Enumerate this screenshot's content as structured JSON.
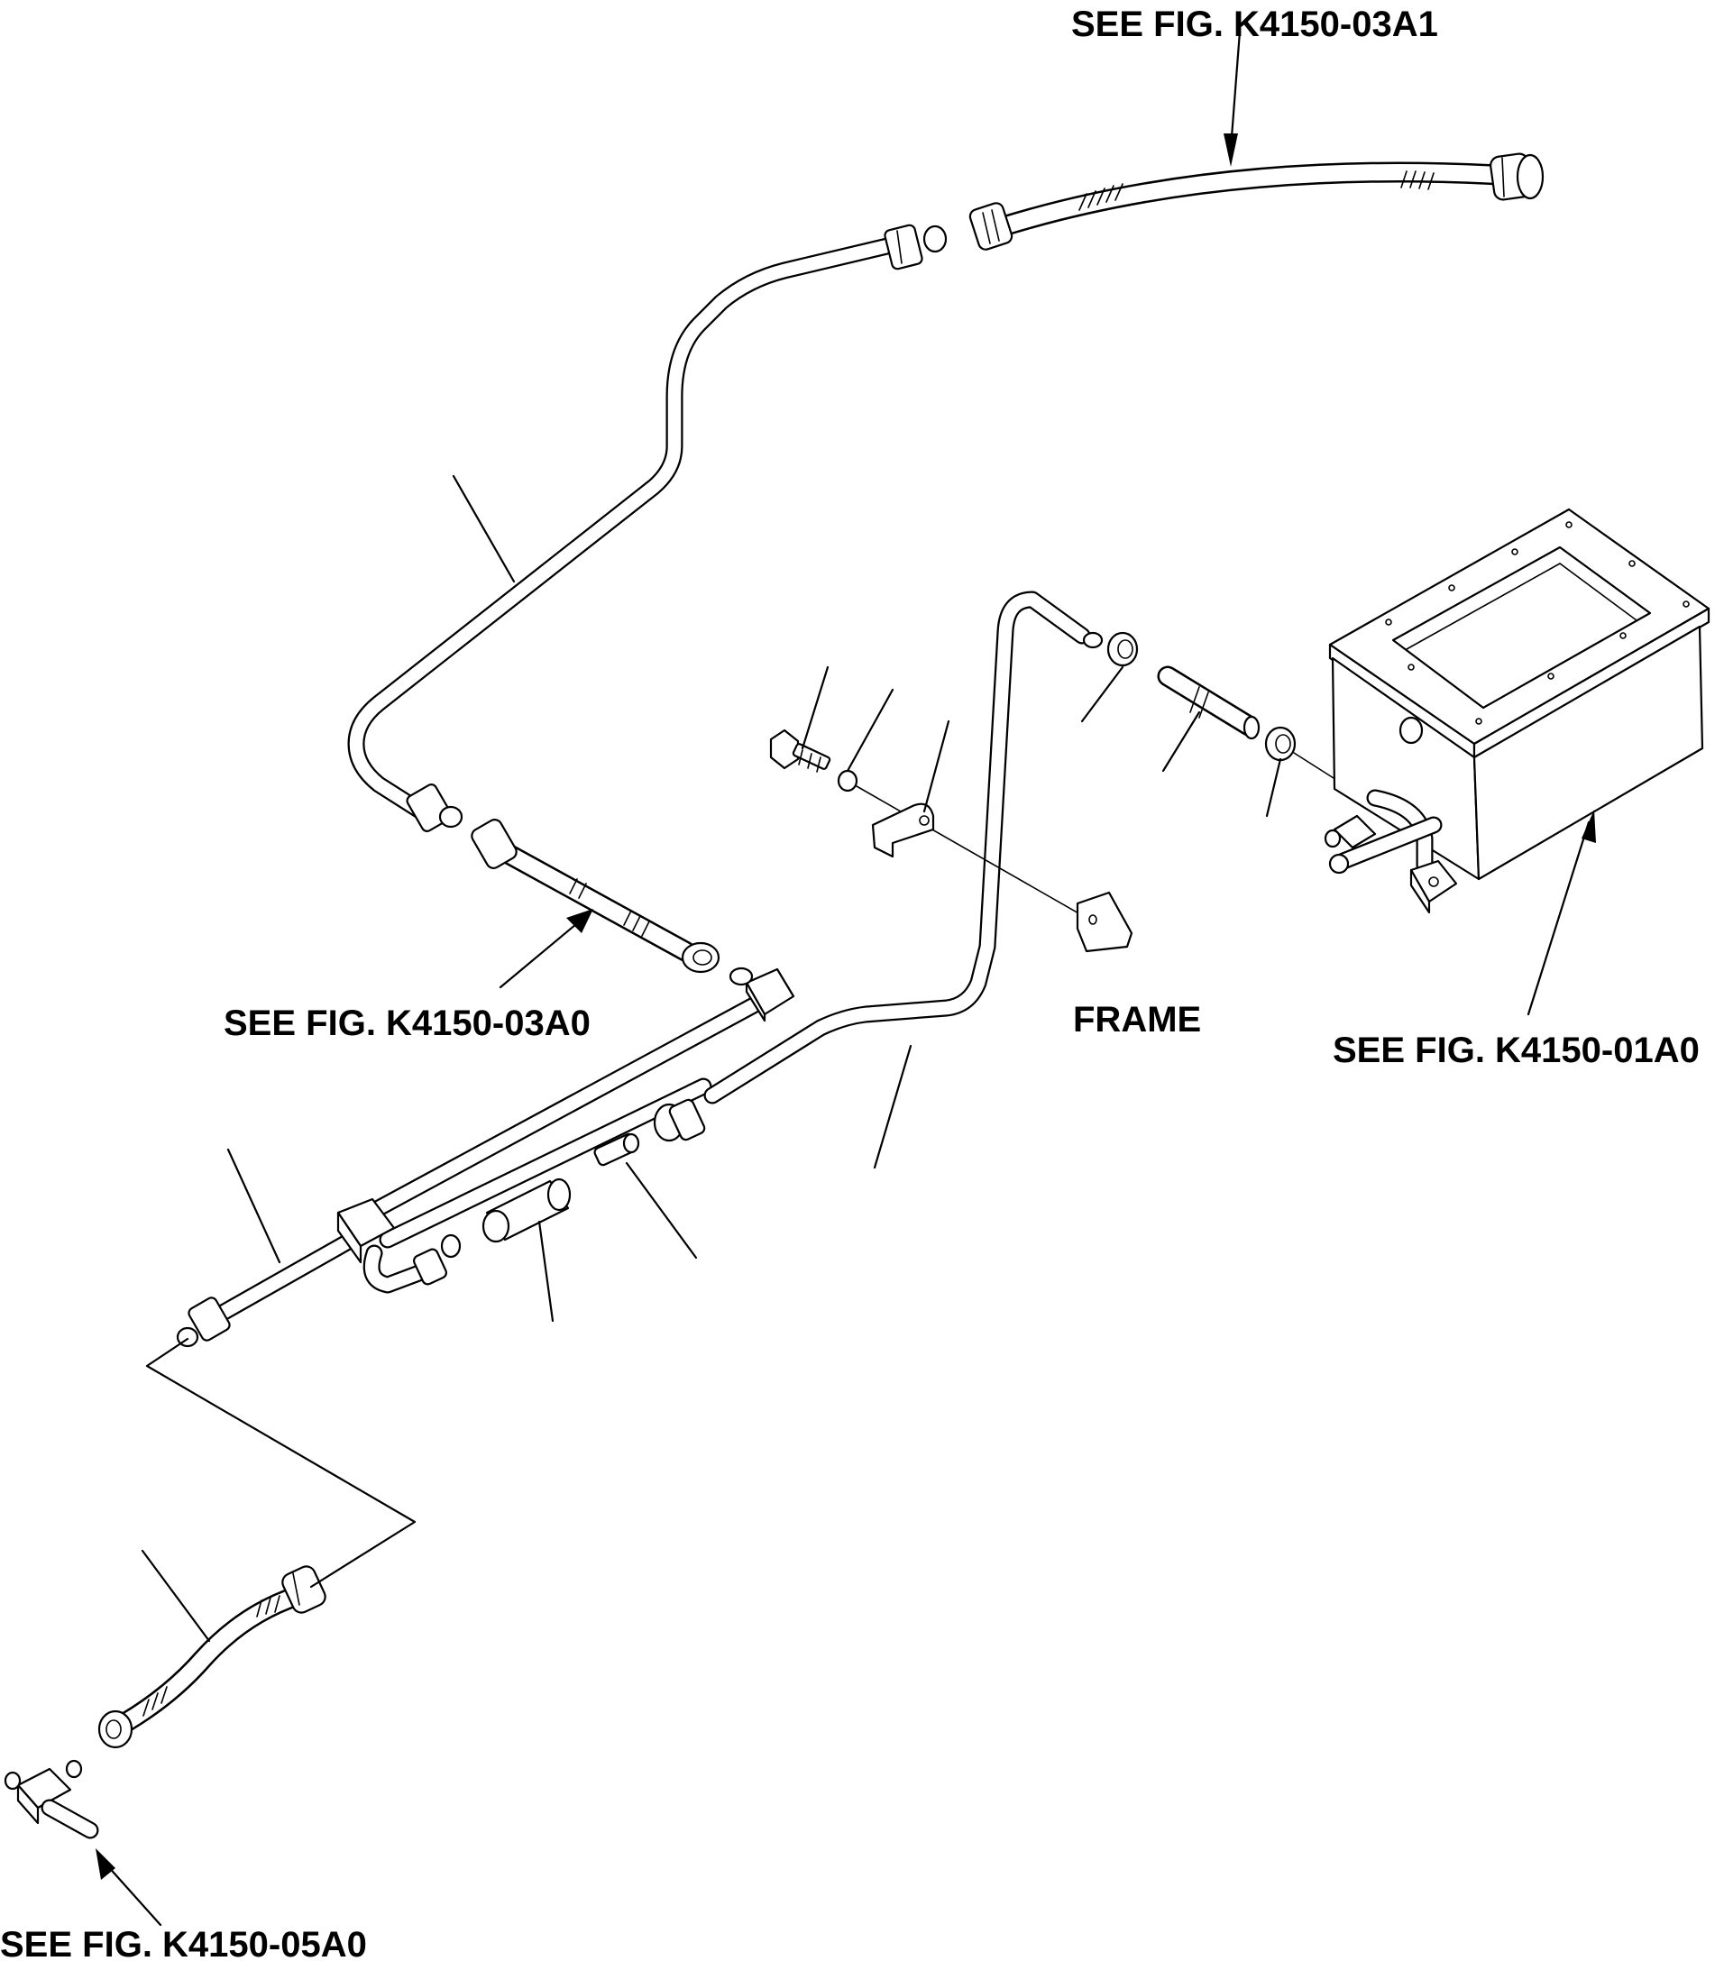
{
  "labels": {
    "see_fig_03a1": "SEE FIG. K4150-03A1",
    "see_fig_03a0": "SEE FIG. K4150-03A0",
    "frame": "FRAME",
    "see_fig_01a0": "SEE FIG. K4150-01A0",
    "see_fig_05a0": "SEE FIG. K4150-05A0"
  }
}
